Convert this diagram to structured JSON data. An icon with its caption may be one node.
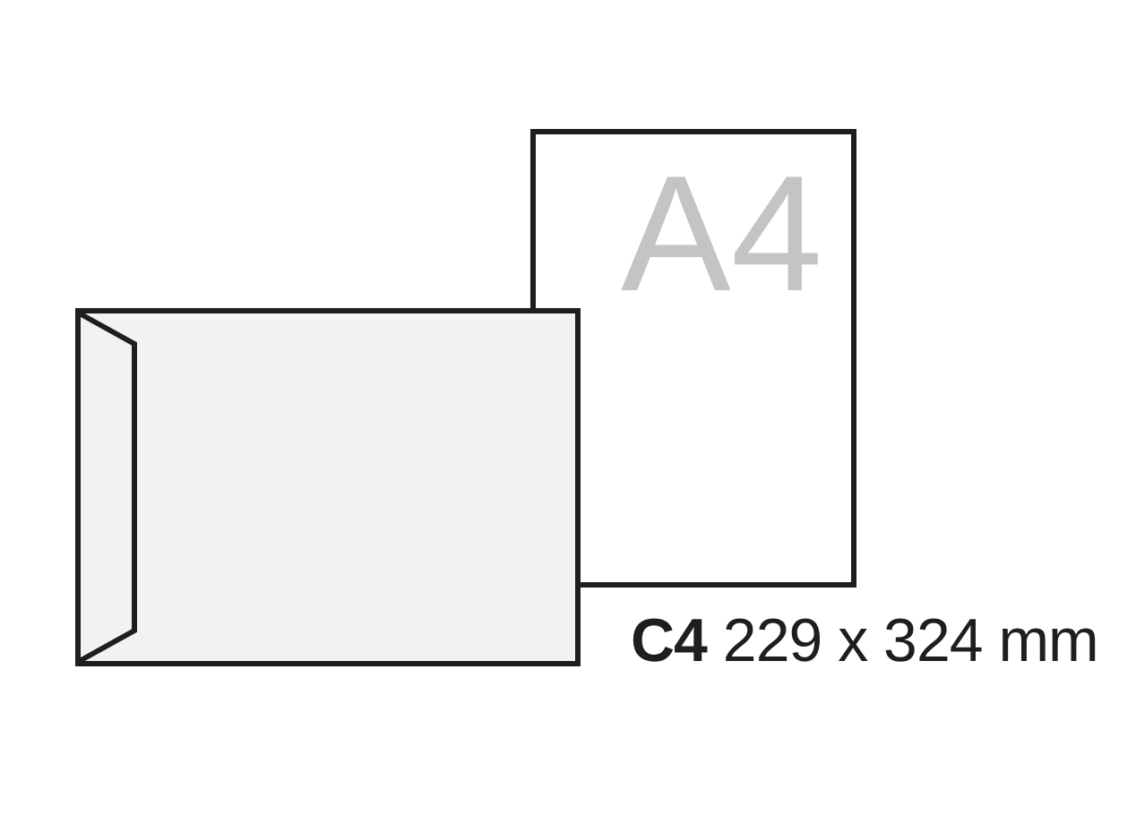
{
  "diagram": {
    "nodes": [
      {
        "text": [
          "A4"
        ]
      },
      {
        "text": [],
        "shape": "box",
        "beside": [
          "**C4** 229 x 324 mm"
        ]
      }
    ]
  }
}
